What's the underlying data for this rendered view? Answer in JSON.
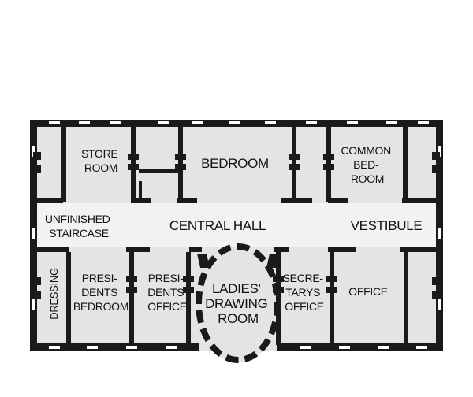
{
  "plan": {
    "rooms": {
      "store_room": [
        "STORE",
        "ROOM"
      ],
      "bedroom": [
        "BEDROOM"
      ],
      "common_bedroom": [
        "COMMON",
        "BED-",
        "ROOM"
      ],
      "unfinished_staircase": [
        "UNFINISHED",
        "STAIRCASE"
      ],
      "central_hall": [
        "CENTRAL HALL"
      ],
      "vestibule": [
        "VESTIBULE"
      ],
      "dressing": [
        "DRESSING"
      ],
      "presidents_bedroom": [
        "PRESI-",
        "DENTS",
        "BEDROOM"
      ],
      "presidents_office": [
        "PRESI-",
        "DENTS",
        "OFFICE"
      ],
      "ladies_drawing_room": [
        "LADIES'",
        "DRAWING",
        "ROOM"
      ],
      "secretarys_office": [
        "SECRE-",
        "TARYS",
        "OFFICE"
      ],
      "office": [
        "OFFICE"
      ]
    },
    "colors": {
      "wall": "#1a1a1a",
      "floor": "#e4e4e4",
      "hall": "#f2f2f2"
    }
  }
}
